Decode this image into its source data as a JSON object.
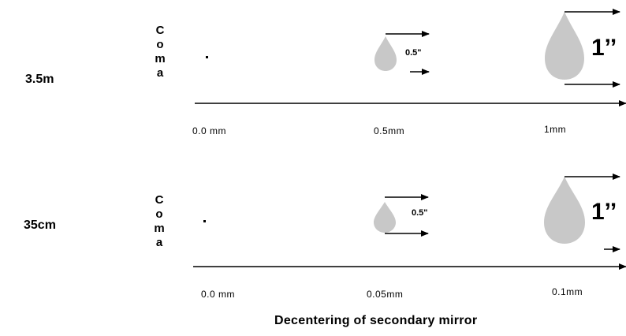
{
  "panels": [
    {
      "row_label": "3.5m",
      "coma_letters": [
        "C",
        "o",
        "m",
        "a"
      ],
      "ticks": [
        "0.0 mm",
        "0.5mm",
        "1mm"
      ],
      "small_label": "0.5\"",
      "big_label": "1’’"
    },
    {
      "row_label": "35cm",
      "coma_letters": [
        "C",
        "o",
        "m",
        "a"
      ],
      "ticks": [
        "0.0 mm",
        "0.05mm",
        "0.1mm"
      ],
      "small_label": "0.5\"",
      "big_label": "1’’"
    }
  ],
  "caption": "Decentering  of secondary mirror",
  "colors": {
    "drop": "#c8c8c8",
    "ink": "#000000"
  }
}
